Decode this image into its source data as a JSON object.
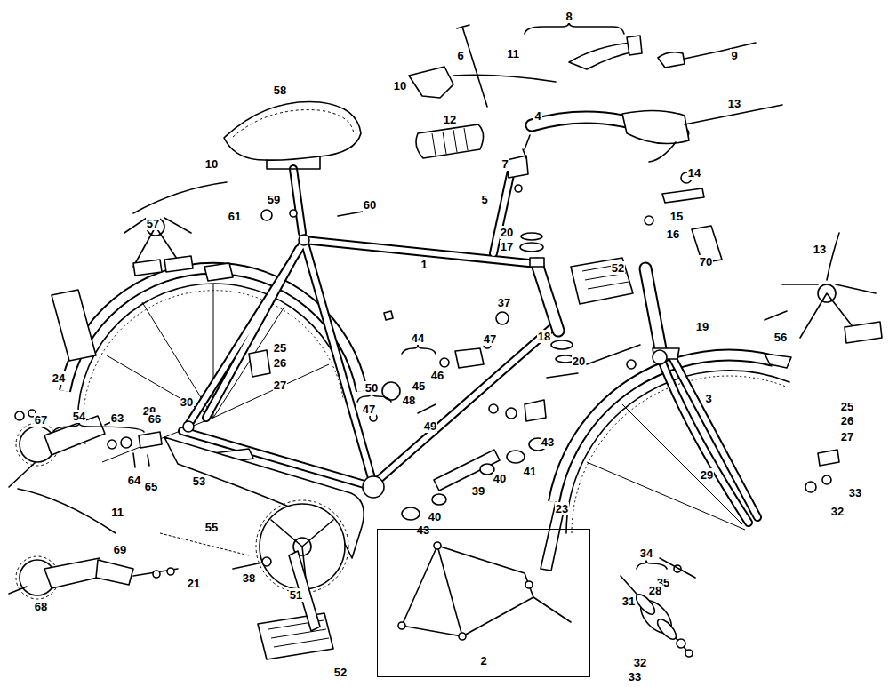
{
  "diagram": {
    "nodes": [
      {
        "text": [
          "2"
        ]
      }
    ],
    "labels": [
      "8",
      "6",
      "11",
      "9",
      "10",
      "58",
      "13",
      "4",
      "12",
      "7",
      "10",
      "14",
      "5",
      "59",
      "60",
      "15",
      "61",
      "57",
      "20",
      "16",
      "17",
      "13",
      "70",
      "1",
      "52",
      "37",
      "19",
      "18",
      "56",
      "44",
      "47",
      "25",
      "46",
      "20",
      "26",
      "45",
      "24",
      "27",
      "48",
      "50",
      "3",
      "30",
      "25",
      "47",
      "28",
      "54",
      "63",
      "66",
      "26",
      "49",
      "27",
      "43",
      "67",
      "41",
      "40",
      "64",
      "29",
      "65",
      "53",
      "39",
      "33",
      "40",
      "23",
      "32",
      "11",
      "43",
      "55",
      "69",
      "34",
      "68",
      "38",
      "35",
      "21",
      "28",
      "51",
      "31",
      "52",
      "32",
      "33"
    ]
  }
}
